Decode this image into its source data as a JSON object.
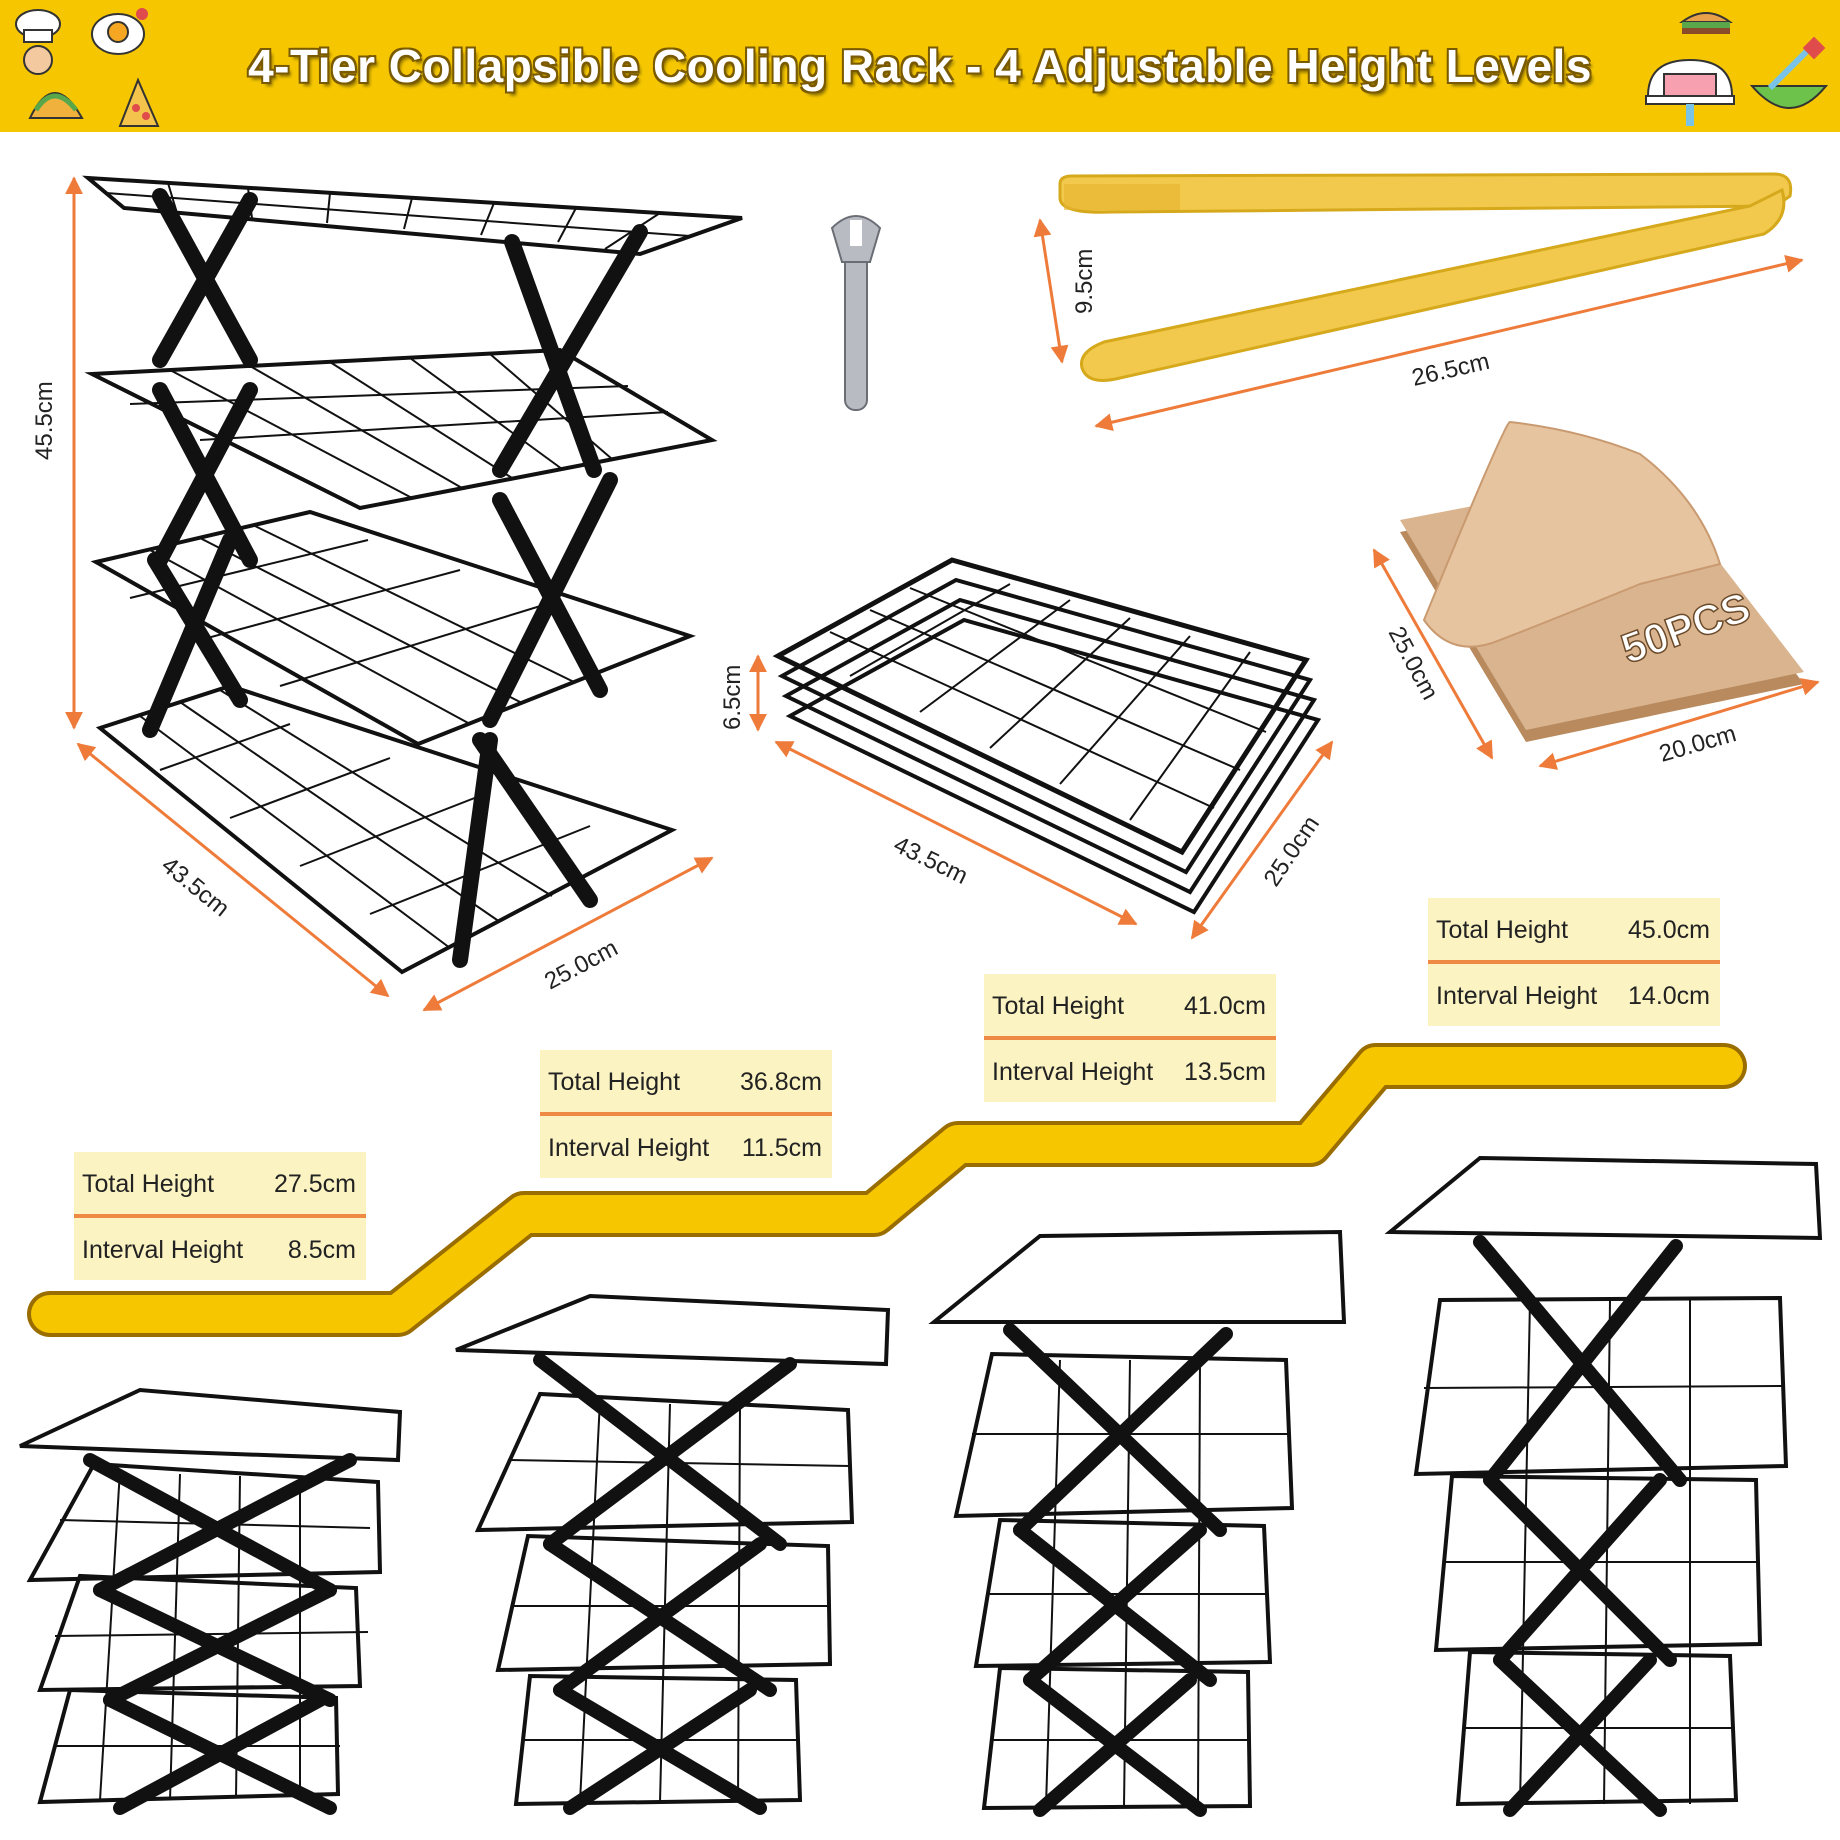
{
  "banner": {
    "title": "4-Tier Collapsible Cooling Rack - 4 Adjustable Height Levels",
    "background_color": "#f6c700",
    "left_icons": [
      "chef-hat-icon",
      "fried-egg-icon",
      "taco-icon",
      "pizza-slice-icon"
    ],
    "right_icons": [
      "burger-icon",
      "cake-stand-icon",
      "mixing-bowl-icon"
    ]
  },
  "rack_dimensions": {
    "height": "45.5cm",
    "length": "43.5cm",
    "width": "25.0cm"
  },
  "folded_dimensions": {
    "height": "6.5cm",
    "length": "43.5cm",
    "width": "25.0cm"
  },
  "tongs_dimensions": {
    "width": "9.5cm",
    "length": "26.5cm"
  },
  "parchment": {
    "count_label": "50PCS",
    "height": "25.0cm",
    "width": "20.0cm"
  },
  "levels": [
    {
      "total_label": "Total Height",
      "total_value": "27.5cm",
      "interval_label": "Interval Height",
      "interval_value": "8.5cm"
    },
    {
      "total_label": "Total Height",
      "total_value": "36.8cm",
      "interval_label": "Interval Height",
      "interval_value": "11.5cm"
    },
    {
      "total_label": "Total Height",
      "total_value": "41.0cm",
      "interval_label": "Interval Height",
      "interval_value": "13.5cm"
    },
    {
      "total_label": "Total Height",
      "total_value": "45.0cm",
      "interval_label": "Interval Height",
      "interval_value": "14.0cm"
    }
  ],
  "colors": {
    "accent": "#f6c700",
    "dimension_arrow": "#ee7b3a",
    "info_box": "#fbf3c2",
    "rack": "#111111",
    "tongs": "#f2c94c",
    "parchment": "#d9b48f"
  }
}
